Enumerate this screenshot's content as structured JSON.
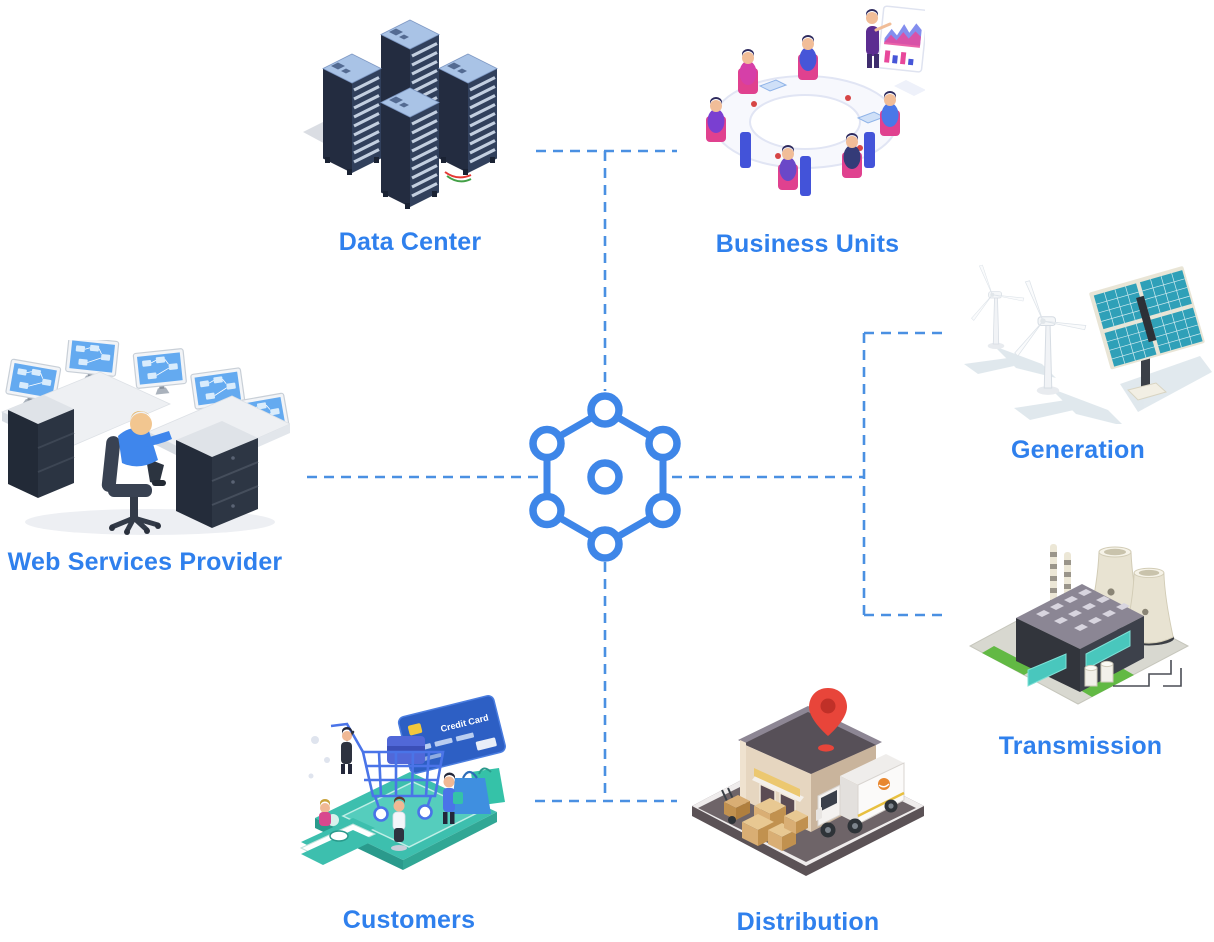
{
  "diagram": {
    "type": "hub-and-spoke architecture diagram",
    "hub": {
      "icon": "network-hexagon-icon"
    },
    "nodes": [
      {
        "id": "data-center",
        "label": "Data Center"
      },
      {
        "id": "business-units",
        "label": "Business Units"
      },
      {
        "id": "generation",
        "label": "Generation"
      },
      {
        "id": "transmission",
        "label": "Transmission"
      },
      {
        "id": "web-services-provider",
        "label": "Web Services Provider"
      },
      {
        "id": "customers",
        "label": "Customers"
      },
      {
        "id": "distribution",
        "label": "Distribution"
      }
    ],
    "illustration_texts": {
      "credit_card": "Credit Card"
    },
    "colors": {
      "label": "#2F80ED",
      "connector": "#4A90E2",
      "hub": "#3E86E8",
      "background": "#FFFFFF"
    }
  }
}
